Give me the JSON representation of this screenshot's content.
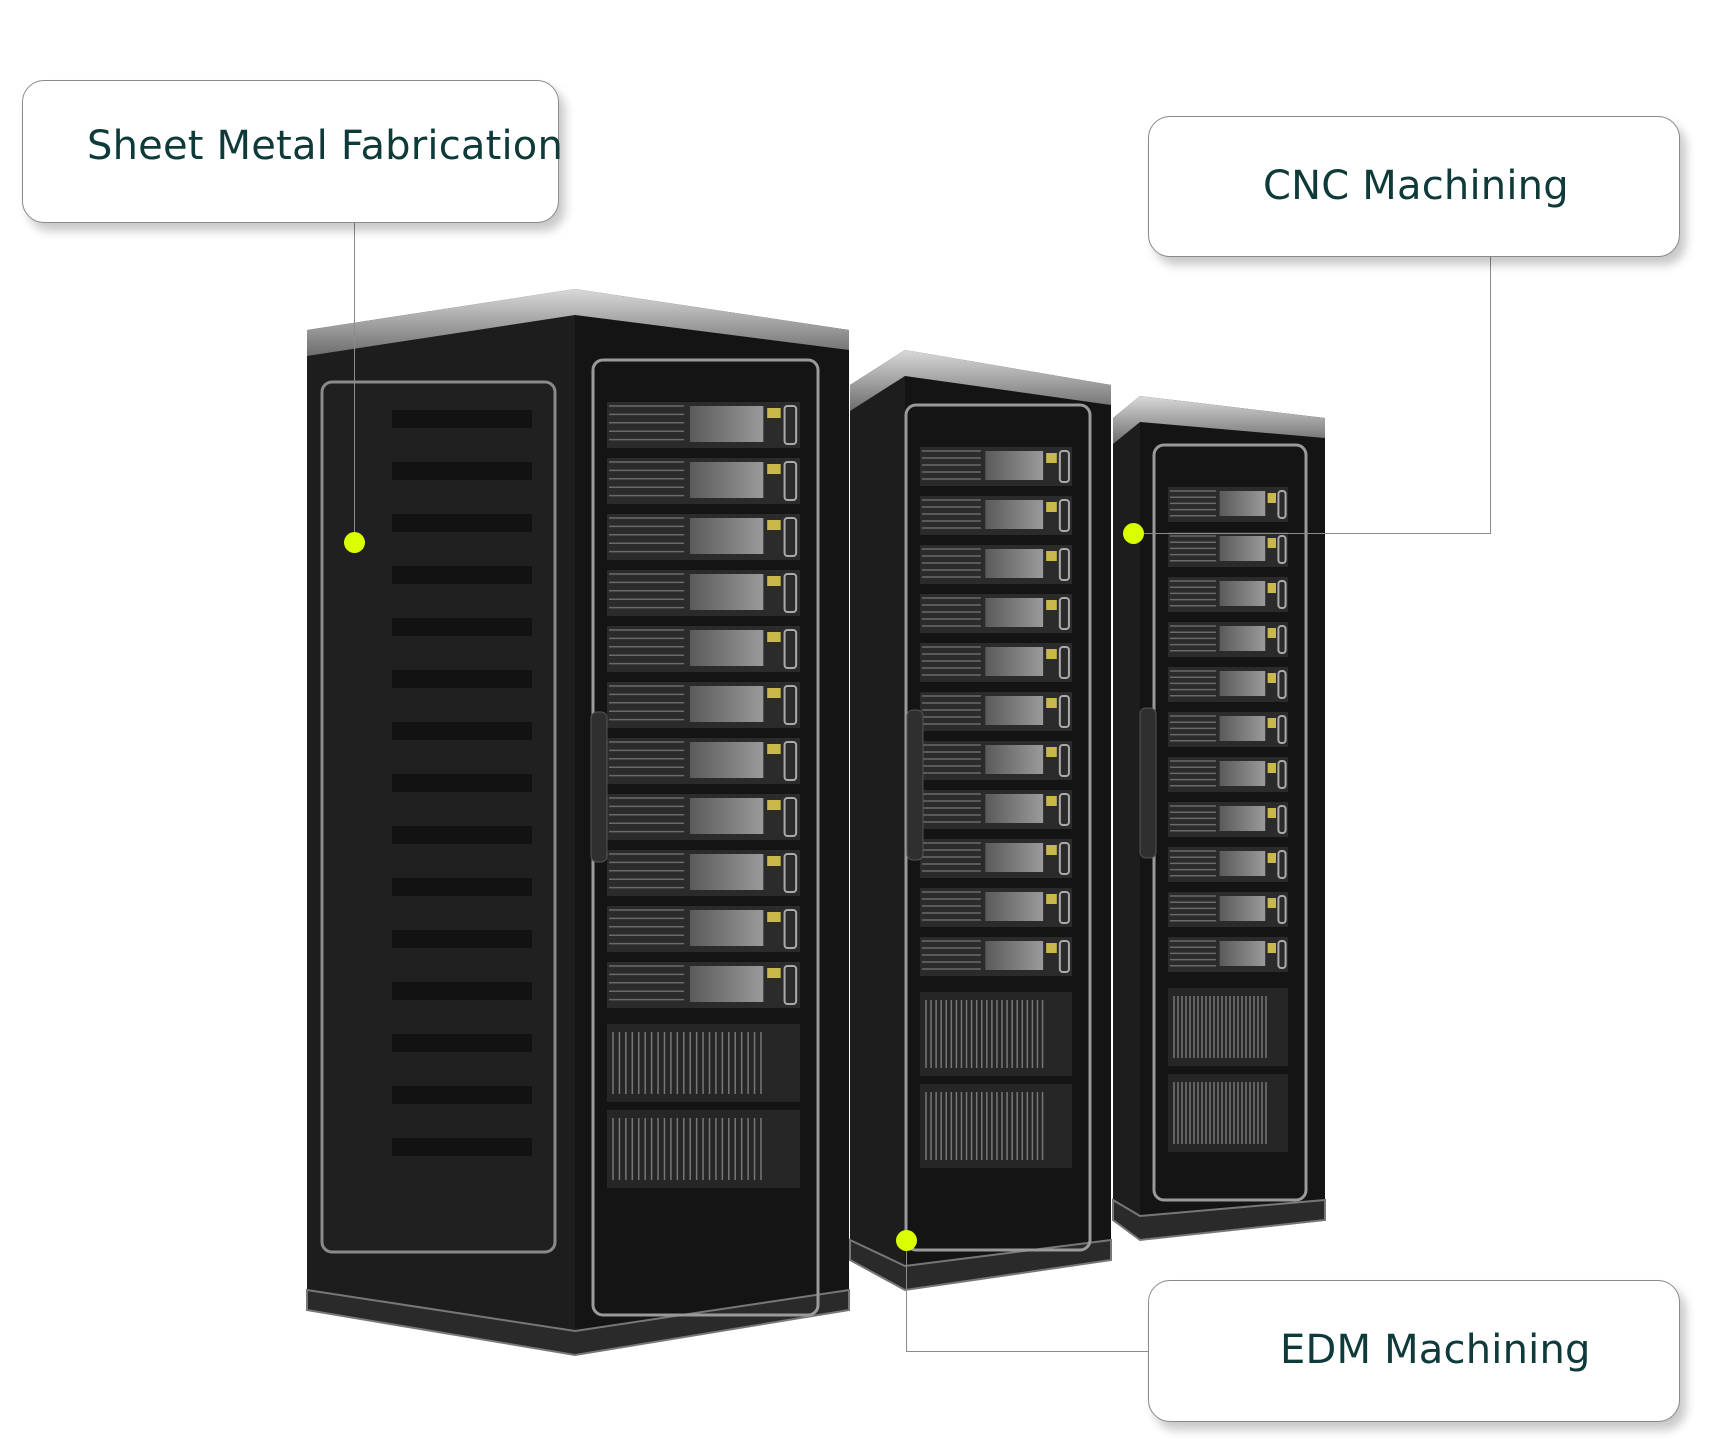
{
  "callouts": {
    "sheet_metal": "Sheet Metal Fabrication",
    "cnc": "CNC Machining",
    "edm": "EDM Machining"
  },
  "colors": {
    "accent_dot": "#d9ff00",
    "label_text": "#0f3a3a",
    "rack_body": "#141414"
  },
  "racks": [
    {
      "server_units": 11,
      "storage_units": 2
    },
    {
      "server_units": 11,
      "storage_units": 2
    },
    {
      "server_units": 11,
      "storage_units": 2
    }
  ]
}
